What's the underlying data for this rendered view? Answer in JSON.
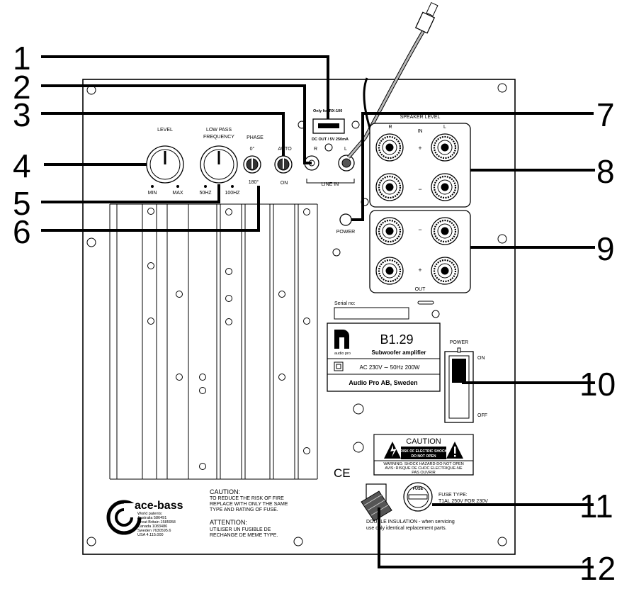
{
  "callouts": {
    "n1": "1",
    "n2": "2",
    "n3": "3",
    "n4": "4",
    "n5": "5",
    "n6": "6",
    "n7": "7",
    "n8": "8",
    "n9": "9",
    "n10": "10",
    "n11": "11",
    "n12": "12"
  },
  "usb": {
    "top": "Only for RX-100",
    "bottom": "DC OUT / 5V 250mA"
  },
  "controls": {
    "level": "LEVEL",
    "level_min": "MIN",
    "level_max": "MAX",
    "lowpass_1": "LOW PASS",
    "lowpass_2": "FREQUENCY",
    "lp_min": "50HZ",
    "lp_max": "100HZ",
    "phase": "PHASE",
    "phase_0": "0°",
    "phase_180": "180°",
    "auto": "AUTO",
    "on": "ON"
  },
  "line_in": {
    "r": "R",
    "l": "L",
    "label": "LINE IN"
  },
  "power_led": "POWER",
  "speaker": {
    "title": "SPEAKER LEVEL",
    "r": "R",
    "in": "IN",
    "l": "L",
    "plus": "+",
    "minus": "−",
    "out": "OUT"
  },
  "serial_label": "Serial no:",
  "badge": {
    "logo": "audio pro",
    "model": "B1.29",
    "type": "Subwoofer amplifier",
    "rating": "AC 230V ∼ 50Hz 200W",
    "maker": "Audio Pro AB, Sweden"
  },
  "power_switch": {
    "title": "POWER",
    "on": "ON",
    "off": "OFF"
  },
  "caution_box": {
    "title": "CAUTION",
    "line1": "RISK OF ELECTRIC SHOCK",
    "line2": "DO NOT OPEN",
    "w1": "WARNING: SHOCK HAZARD-DO NOT OPEN",
    "w2": "AVIS: RISQUE DE CHOC ELECTRIQUE-NE",
    "w3": "PAS OUVRIR"
  },
  "ce": "CE",
  "fuse": {
    "cap": "FUSE",
    "type1": "FUSE TYPE:",
    "type2": "T1AL 250V FOR 230V",
    "ins1": "DOUBLE INSULATION - when servicing",
    "ins2": "use only identical replacement parts."
  },
  "acebass": {
    "logo": "ace-bass",
    "patents": [
      "World patents:",
      "Australia 586491",
      "Great Britain 1585958",
      "Canada 1083486",
      "Sweden 7630595.6",
      "USA 4.115.000"
    ]
  },
  "caution_text": {
    "en_title": "CAUTION:",
    "en": [
      "TO REDUCE THE RISK OF FIRE",
      "REPLACE WITH ONLY THE SAME",
      "TYPE AND RATING OF FUSE."
    ],
    "fr_title": "ATTENTION:",
    "fr": [
      "UTILISER UN FUSIBLE DE",
      "RECHANGE DE MEME TYPE."
    ]
  }
}
